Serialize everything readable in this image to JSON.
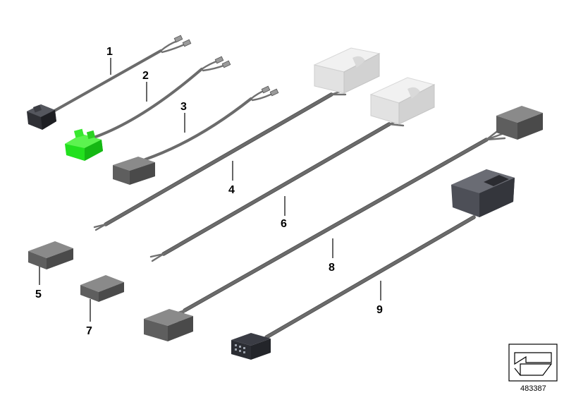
{
  "callouts": [
    "1",
    "2",
    "3",
    "4",
    "5",
    "6",
    "7",
    "8",
    "9"
  ],
  "reference_number": "483387",
  "colors": {
    "highlight": "#22e01e",
    "cable": "#6b6b6b",
    "connector_dark": "#4d4f57",
    "connector_light": "#eeeeee"
  },
  "icons": {
    "orientation": "orientation-arrow-icon"
  }
}
